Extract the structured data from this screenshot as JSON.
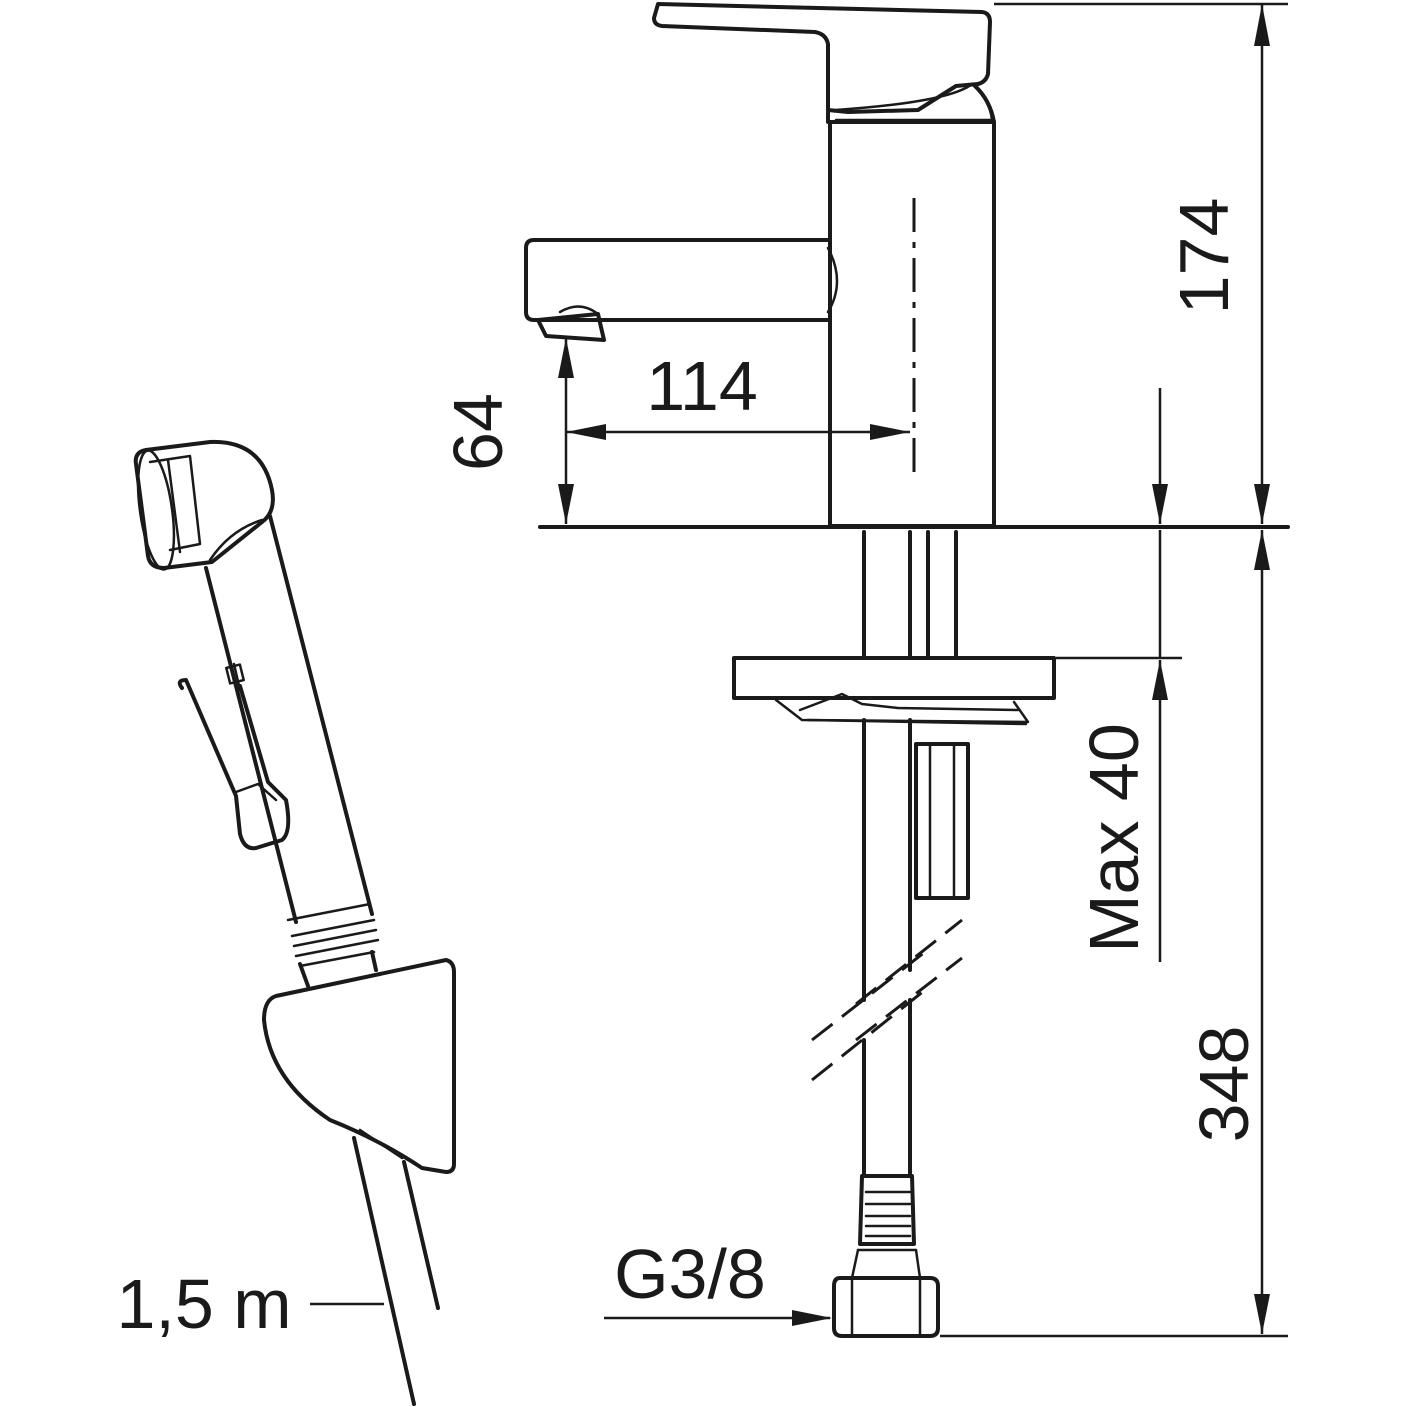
{
  "dimensions": {
    "height_total": "174",
    "spout_height": "64",
    "spout_reach": "114",
    "below_deck": "348",
    "deck_thickness": "Max 40",
    "connection": "G3/8",
    "hose_length": "1,5 m"
  },
  "colors": {
    "ink": "#1a1a1a",
    "background": "#ffffff"
  }
}
